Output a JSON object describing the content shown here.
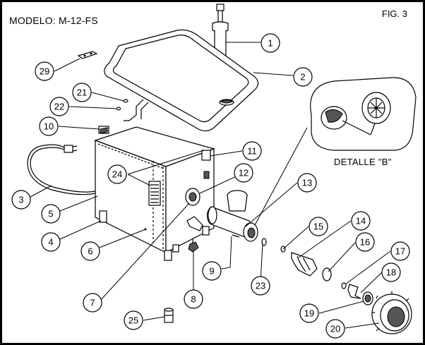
{
  "title": "MODELO: M-12-FS",
  "figure": "FIG. 3",
  "detail_label": "DETALLE \"B\"",
  "callouts": [
    {
      "num": "1"
    },
    {
      "num": "2"
    },
    {
      "num": "3"
    },
    {
      "num": "4"
    },
    {
      "num": "5"
    },
    {
      "num": "6"
    },
    {
      "num": "7"
    },
    {
      "num": "8"
    },
    {
      "num": "9"
    },
    {
      "num": "10"
    },
    {
      "num": "11"
    },
    {
      "num": "12"
    },
    {
      "num": "13"
    },
    {
      "num": "14"
    },
    {
      "num": "15"
    },
    {
      "num": "16"
    },
    {
      "num": "17"
    },
    {
      "num": "18"
    },
    {
      "num": "19"
    },
    {
      "num": "20"
    },
    {
      "num": "21"
    },
    {
      "num": "22"
    },
    {
      "num": "23"
    },
    {
      "num": "24"
    },
    {
      "num": "25"
    },
    {
      "num": "29"
    }
  ]
}
